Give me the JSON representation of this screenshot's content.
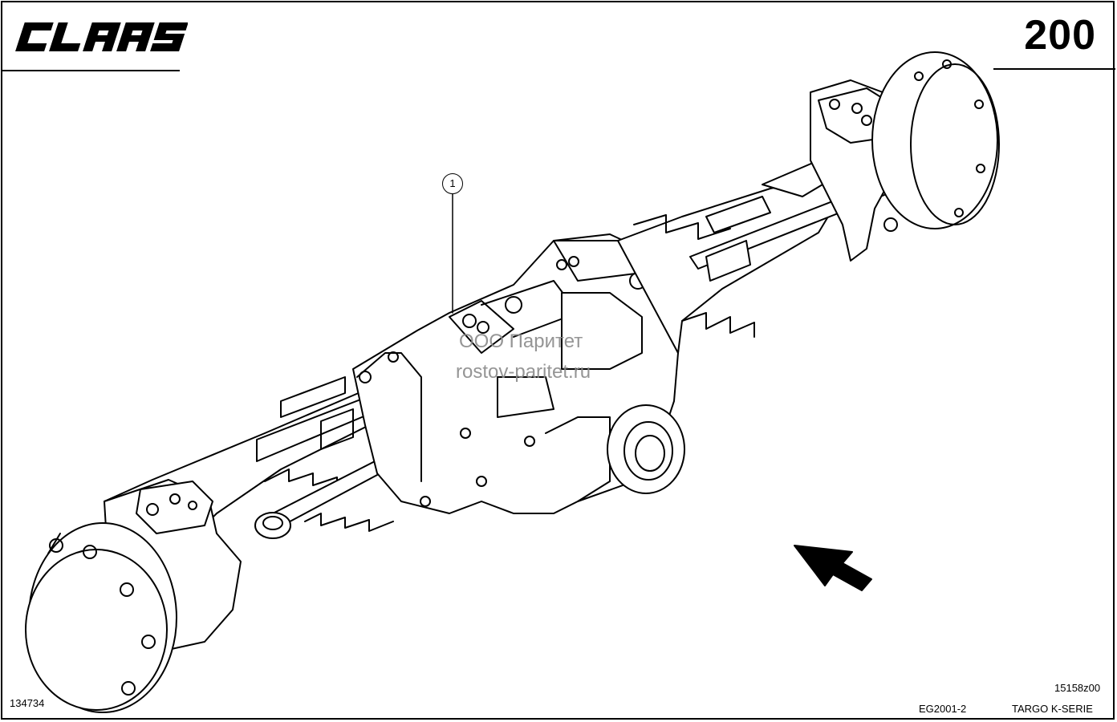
{
  "header": {
    "logo_text": "CLAAS",
    "page_number": "200"
  },
  "drawing": {
    "callout": "1",
    "watermark_line1": "ООО Паритет",
    "watermark_line2": "rostov-paritet.ru"
  },
  "footer": {
    "drawing_number": "134734",
    "reference": "15158z00",
    "code": "EG2001-2",
    "series": "TARGO K-SERIE"
  }
}
